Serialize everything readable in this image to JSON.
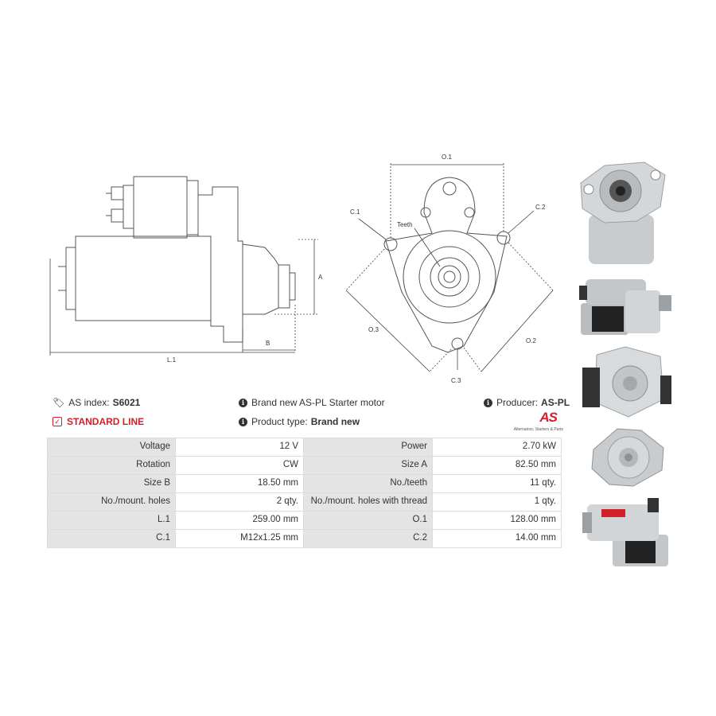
{
  "diagram": {
    "side_labels": {
      "A": "A",
      "B": "B",
      "L1": "L.1"
    },
    "front_labels": {
      "O1": "O.1",
      "O2": "O.2",
      "O3": "O.3",
      "C1": "C.1",
      "C2": "C.2",
      "C3": "C.3",
      "teeth": "Teeth"
    }
  },
  "info": {
    "as_index_label": "AS index:",
    "as_index_value": "S6021",
    "line_label": "STANDARD LINE",
    "description": "Brand new AS-PL Starter motor",
    "product_type_label": "Product type:",
    "product_type_value": "Brand new",
    "producer_label": "Producer:",
    "producer_value": "AS-PL",
    "logo_text": "AS",
    "logo_tagline": "Alternators, Starters & Parts",
    "accent_color": "#d0202a"
  },
  "specs": {
    "rows": [
      {
        "l1": "Voltage",
        "v1": "12 V",
        "l2": "Power",
        "v2": "2.70 kW"
      },
      {
        "l1": "Rotation",
        "v1": "CW",
        "l2": "Size A",
        "v2": "82.50 mm"
      },
      {
        "l1": "Size B",
        "v1": "18.50 mm",
        "l2": "No./teeth",
        "v2": "11 qty."
      },
      {
        "l1": "No./mount. holes",
        "v1": "2 qty.",
        "l2": "No./mount. holes with thread",
        "v2": "1 qty."
      },
      {
        "l1": "L.1",
        "v1": "259.00 mm",
        "l2": "O.1",
        "v2": "128.00 mm"
      },
      {
        "l1": "C.1",
        "v1": "M12x1.25 mm",
        "l2": "C.2",
        "v2": "14.00 mm"
      }
    ]
  }
}
